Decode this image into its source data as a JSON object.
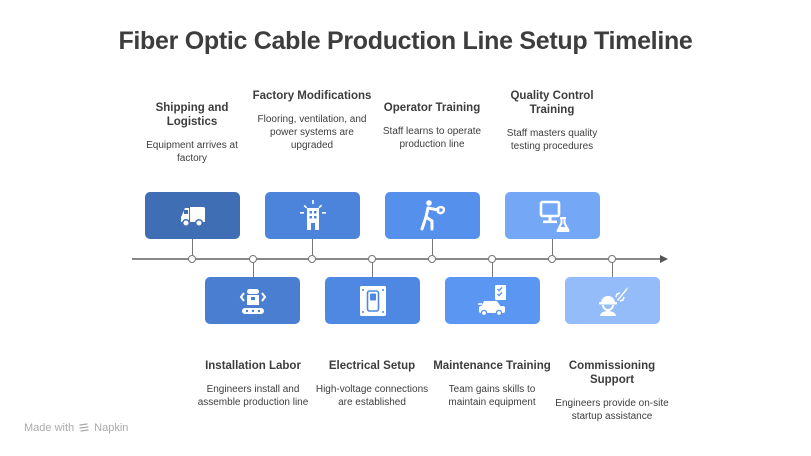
{
  "title": "Fiber Optic Cable Production Line Setup Timeline",
  "steps": [
    {
      "title": "Shipping and Logistics",
      "description": "Equipment arrives at factory",
      "icon": "truck-icon",
      "color": "#3f6eb5",
      "position": "top"
    },
    {
      "title": "Installation Labor",
      "description": "Engineers install and assemble production line",
      "icon": "robot-conveyor-icon",
      "color": "#4a7ed0",
      "position": "bottom"
    },
    {
      "title": "Factory Modifications",
      "description": "Flooring, ventilation, and power systems are upgraded",
      "icon": "building-icon",
      "color": "#4d84db",
      "position": "top"
    },
    {
      "title": "Electrical Setup",
      "description": "High-voltage connections are established",
      "icon": "switch-panel-icon",
      "color": "#4f88e3",
      "position": "bottom"
    },
    {
      "title": "Operator Training",
      "description": "Staff learns to operate production line",
      "icon": "operator-icon",
      "color": "#5590ed",
      "position": "top"
    },
    {
      "title": "Maintenance Training",
      "description": "Team gains skills to maintain equipment",
      "icon": "car-checklist-icon",
      "color": "#5a96f2",
      "position": "bottom"
    },
    {
      "title": "Quality Control Training",
      "description": "Staff masters quality testing procedures",
      "icon": "monitor-flask-icon",
      "color": "#74a8f6",
      "position": "top"
    },
    {
      "title": "Commissioning Support",
      "description": "Engineers provide on-site startup assistance",
      "icon": "engineer-rocket-icon",
      "color": "#93bcf9",
      "position": "bottom"
    }
  ],
  "branding": {
    "text": "Made with",
    "name": "Napkin"
  }
}
